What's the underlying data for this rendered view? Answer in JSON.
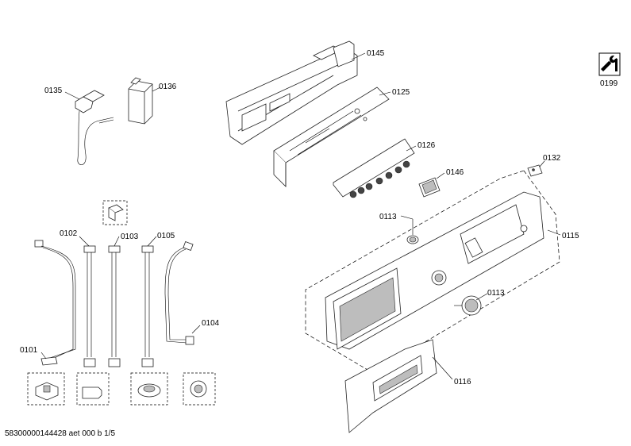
{
  "labels": {
    "p0135": "0135",
    "p0136": "0136",
    "p0145": "0145",
    "p0125": "0125",
    "p0126": "0126",
    "p0146": "0146",
    "p0132": "0132",
    "p0199": "0199",
    "p0113a": "0113",
    "p0113b": "0113",
    "p0115": "0115",
    "p0116": "0116",
    "p0102": "0102",
    "p0103": "0103",
    "p0105": "0105",
    "p0104": "0104",
    "p0101": "0101"
  },
  "footer": "58300000144428 aet 000 b 1/5"
}
